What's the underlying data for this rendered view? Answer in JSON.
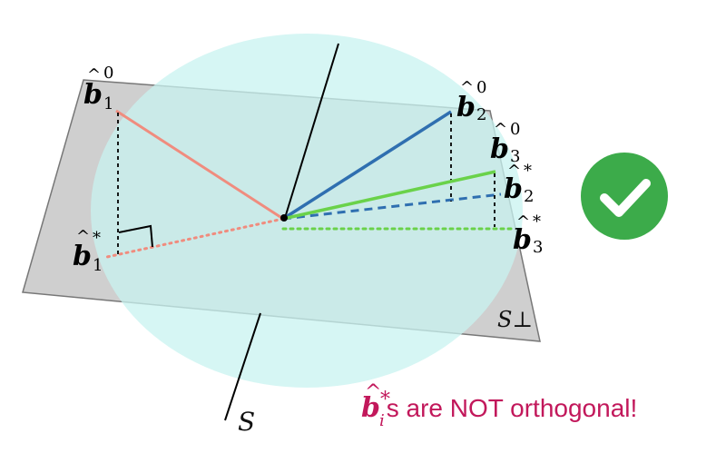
{
  "labels": {
    "b1_0": {
      "base": "b",
      "hat": "^",
      "sub": "1",
      "sup": "0"
    },
    "b1_star": {
      "base": "b",
      "hat": "^",
      "sub": "1",
      "sup": "*"
    },
    "b2_0": {
      "base": "b",
      "hat": "^",
      "sub": "2",
      "sup": "0"
    },
    "b2_star": {
      "base": "b",
      "hat": "^",
      "sub": "2",
      "sup": "*"
    },
    "b3_0": {
      "base": "b",
      "hat": "^",
      "sub": "3",
      "sup": "0"
    },
    "b3_star": {
      "base": "b",
      "hat": "^",
      "sub": "3",
      "sup": "*"
    }
  },
  "spaces": {
    "s": "S",
    "s_perp": "S⊥"
  },
  "caption": {
    "base": "b",
    "hat": "^",
    "sup": "*",
    "sub": "i",
    "text": "s are NOT orthogonal!"
  },
  "colors": {
    "plane": "#cfcfcf",
    "sphere": "#c8f3f0",
    "b1": "#f08c7e",
    "b2": "#2f6fb0",
    "b3": "#6ad24a",
    "caption": "#c2185b",
    "check": "#3cab4a"
  },
  "icons": {
    "check": "check-circle-icon"
  }
}
